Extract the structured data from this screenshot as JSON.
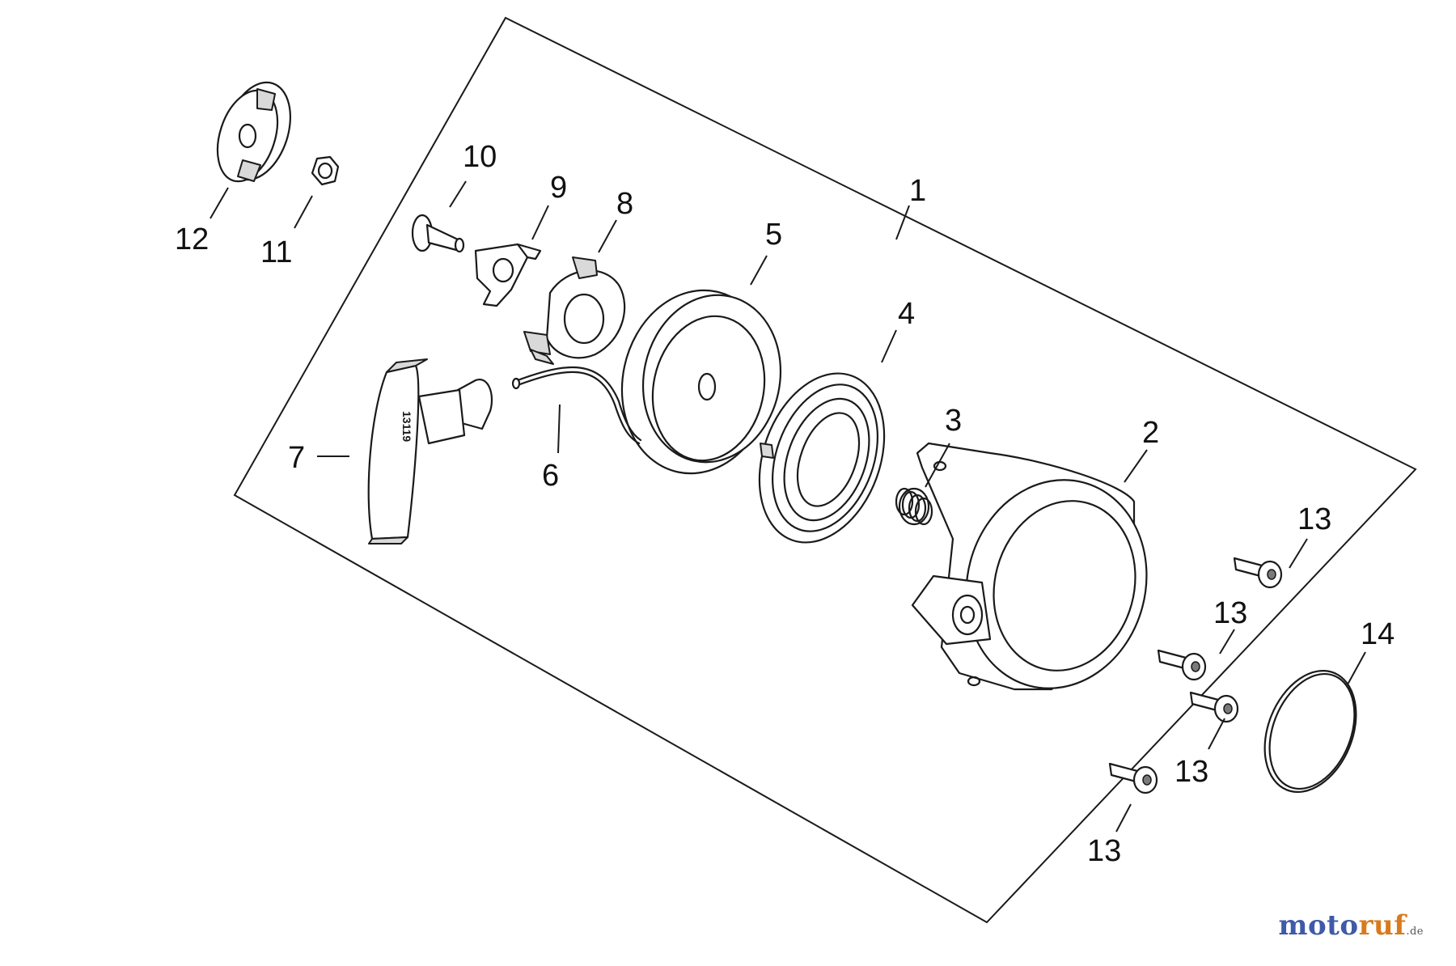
{
  "callouts": {
    "c1": "1",
    "c2": "2",
    "c3": "3",
    "c4": "4",
    "c5": "5",
    "c6": "6",
    "c7": "7",
    "c8": "8",
    "c9": "9",
    "c10": "10",
    "c11": "11",
    "c12": "12",
    "c13a": "13",
    "c13b": "13",
    "c13c": "13",
    "c13d": "13",
    "c14": "14"
  },
  "handle_text": "13119",
  "watermark": {
    "part1": "moto",
    "part2": "ruf",
    "suffix": ".de"
  },
  "colors": {
    "line": "#1a1a1a",
    "watermark_blue": "#3f5aa8",
    "watermark_orange": "#d77b1e"
  }
}
